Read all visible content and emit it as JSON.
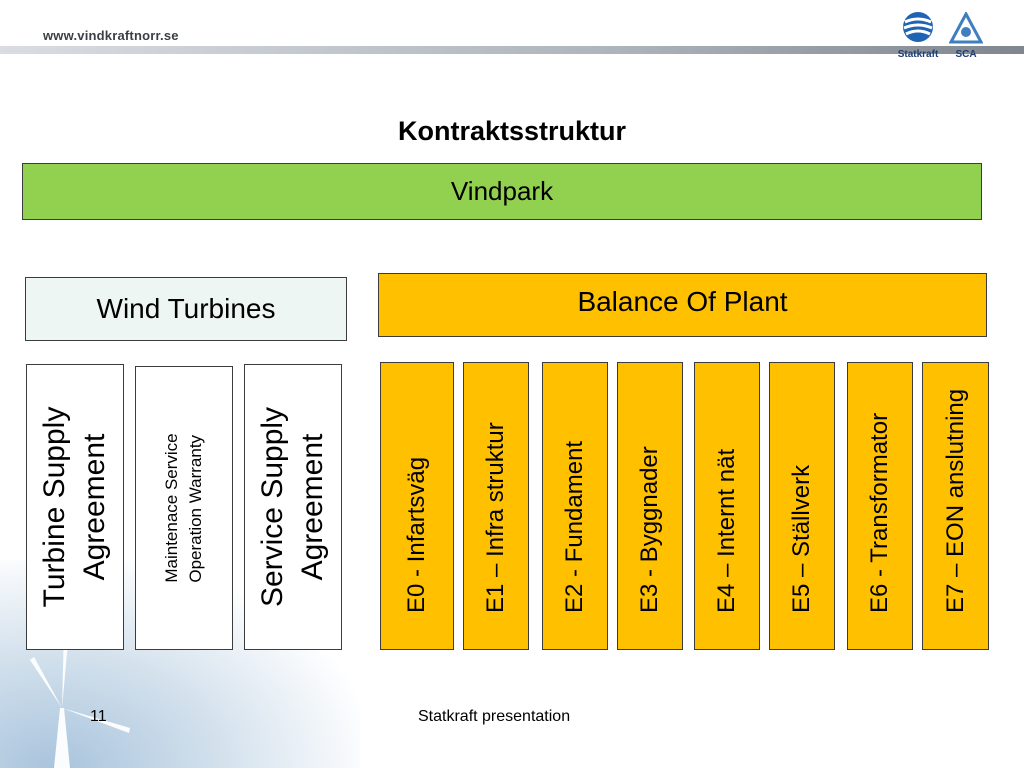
{
  "header": {
    "website": "www.vindkraftnorr.se",
    "logos": [
      {
        "name": "Statkraft",
        "icon": "statkraft-logo-icon",
        "color": "#1f63b5"
      },
      {
        "name": "SCA",
        "icon": "sca-logo-icon",
        "color": "#3f7fbf"
      }
    ]
  },
  "title": "Kontraktsstruktur",
  "vindpark": {
    "label": "Vindpark",
    "color": "#92d050"
  },
  "wind_turbines": {
    "label": "Wind Turbines",
    "contracts": [
      {
        "line1": "Turbine Supply",
        "line2": "Agreement"
      },
      {
        "line1": "Maintenace Service",
        "line2": "Operation Warranty"
      },
      {
        "line1": "Service Supply",
        "line2": "Agreement"
      }
    ]
  },
  "balance_of_plant": {
    "label": "Balance Of Plant",
    "color": "#ffc000",
    "items": [
      "E0 - Infartsväg",
      "E1 – Infra struktur",
      "E2 - Fundament",
      "E3 - Byggnader",
      "E4 – Internt nät",
      "E5 – Ställverk",
      "E6 - Transformator",
      "E7 – EON anslutning"
    ]
  },
  "footer": {
    "page_number": "11",
    "presentation": "Statkraft presentation"
  }
}
